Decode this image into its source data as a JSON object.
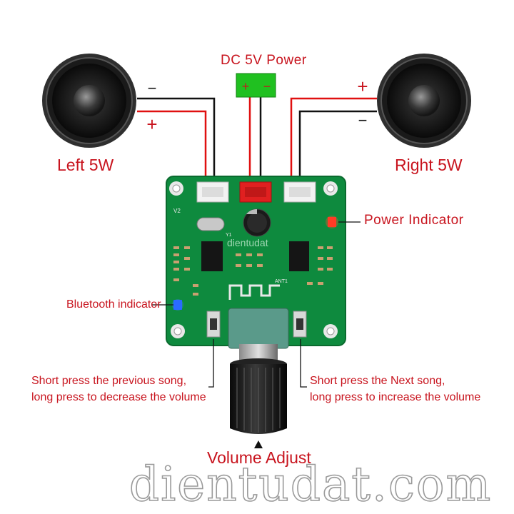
{
  "labels": {
    "power_supply": "DC 5V Power",
    "left_speaker": "Left 5W",
    "right_speaker": "Right 5W",
    "power_indicator": "Power Indicator",
    "bluetooth_indicator": "Bluetooth indicator",
    "previous_button_line1": "Short press the previous song,",
    "previous_button_line2": "long press to decrease the volume",
    "next_button_line1": "Short press the Next song,",
    "next_button_line2": "long press to increase the volume",
    "volume_adjust": "Volume Adjust",
    "watermark": "dientudat.com"
  },
  "polarity": {
    "plus": "+",
    "minus": "−"
  },
  "board": {
    "version": "V2",
    "antenna": "ANT1",
    "crystal": "Y1",
    "brand": "dientudat"
  },
  "colors": {
    "label_red": "#c8141e",
    "pcb_green": "#0e8a3e",
    "power_module_green": "#20c020",
    "wire_red": "#e01010",
    "wire_black": "#111111",
    "power_led": "#ff3020",
    "bluetooth_led": "#2060ff"
  }
}
